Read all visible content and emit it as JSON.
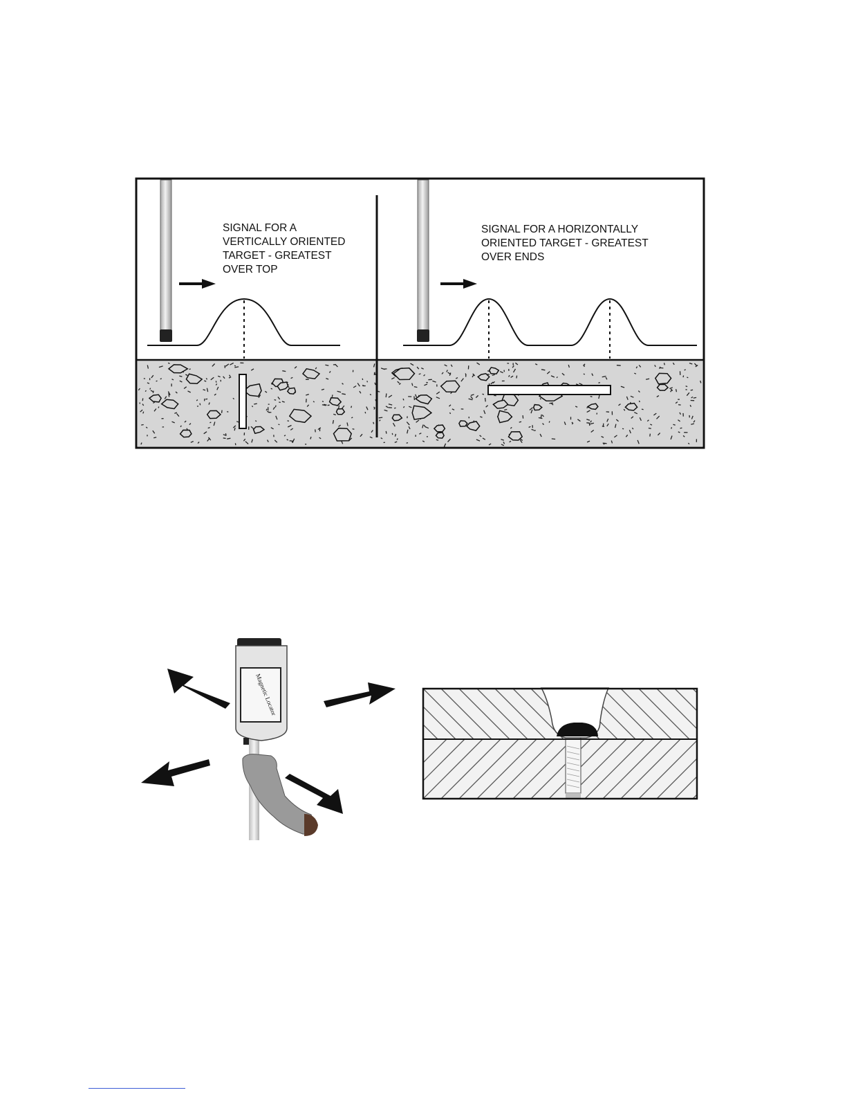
{
  "diagram_signal": {
    "left_label": [
      "SIGNAL FOR A",
      "VERTICALLY ORIENTED",
      "TARGET - GREATEST",
      "OVER TOP"
    ],
    "right_label": [
      "SIGNAL  FOR  A  HORIZONTALLY",
      "ORIENTED TARGET - GREATEST",
      "OVER ENDS"
    ]
  },
  "diagram_locator": {
    "device_logo_text": "Magnetic Locator",
    "colors": {
      "arrow": "#111111",
      "device_body": "#e4e4e4",
      "hatch": "#555555"
    }
  },
  "colors": {
    "soil": "#d6d6d6",
    "ink": "#111111",
    "probe": "#d9d9d9"
  }
}
